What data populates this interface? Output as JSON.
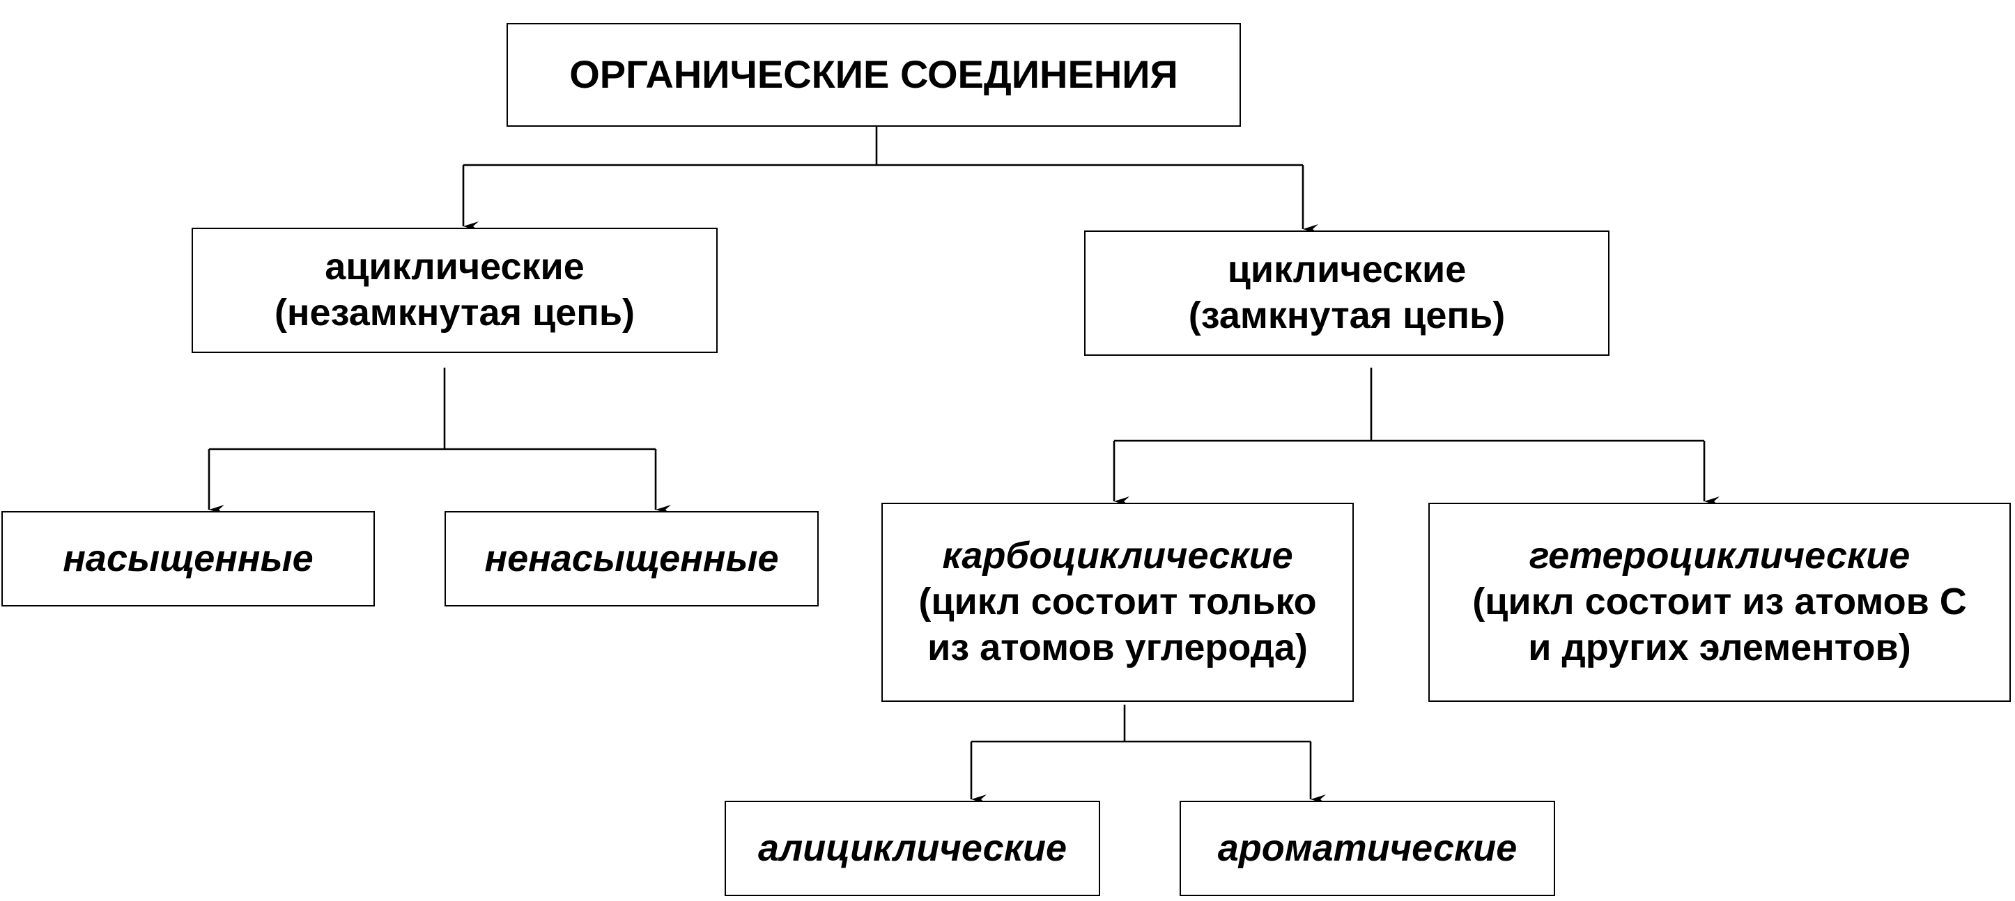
{
  "diagram": {
    "root": {
      "label": "ОРГАНИЧЕСКИЕ СОЕДИНЕНИЯ"
    },
    "acyclic": {
      "label": "ациклические",
      "sublabel": "(незамкнутая цепь)"
    },
    "cyclic": {
      "label": "циклические",
      "sublabel": "(замкнутая цепь)"
    },
    "saturated": {
      "label": "насыщенные"
    },
    "unsaturated": {
      "label": "ненасыщенные"
    },
    "carbocyclic": {
      "label": "карбоциклические",
      "sublabel": "(цикл состоит только\nиз атомов углерода)"
    },
    "heterocyclic": {
      "label": "гетероциклические",
      "sublabel": "(цикл состоит из атомов С\nи других элементов)"
    },
    "alicyclic": {
      "label": "алициклические"
    },
    "aromatic": {
      "label": "ароматические"
    },
    "colors": {
      "line": "#000000",
      "background": "#ffffff"
    }
  }
}
